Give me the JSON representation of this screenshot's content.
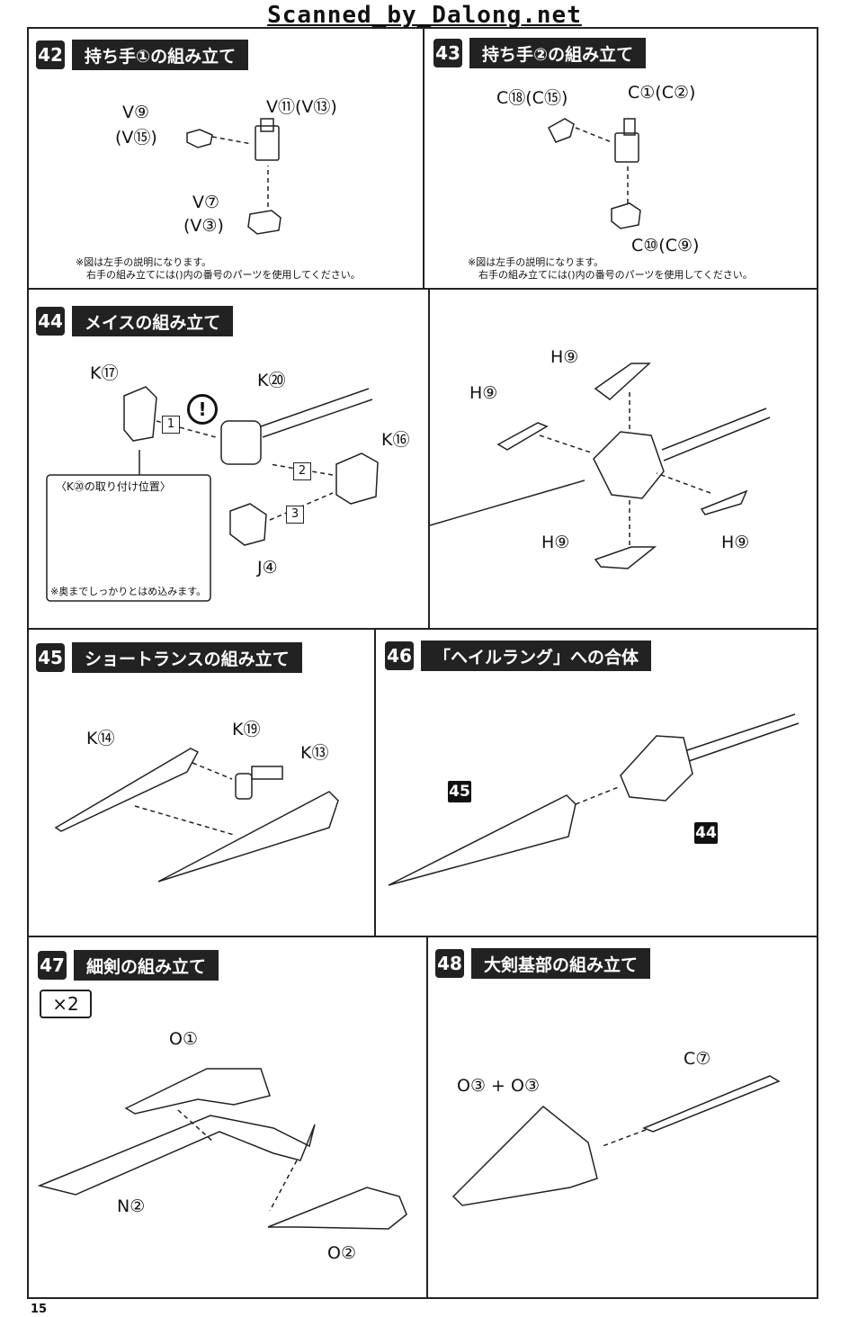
{
  "watermark": "Scanned_by_Dalong.net",
  "page_number": "15",
  "sections": {
    "s42": {
      "num": "42",
      "title": "持ち手①の組み立て",
      "labels": [
        "V⑨",
        "(V⑮)",
        "V⑪(V⑬)",
        "V⑦",
        "(V③)"
      ],
      "note1": "※図は左手の説明になります。",
      "note2": "右手の組み立てには()内の番号のパーツを使用してください。"
    },
    "s43": {
      "num": "43",
      "title": "持ち手②の組み立て",
      "labels": [
        "C⑱(C⑮)",
        "C①(C②)",
        "C⑩(C⑨)"
      ],
      "note1": "※図は左手の説明になります。",
      "note2": "右手の組み立てには()内の番号のパーツを使用してください。"
    },
    "s44": {
      "num": "44",
      "title": "メイスの組み立て",
      "labels": [
        "K⑰",
        "K⑳",
        "K⑯",
        "J④",
        "H⑨",
        "H⑨",
        "H⑨",
        "H⑨"
      ],
      "steps": [
        "1",
        "2",
        "3"
      ],
      "inset_title": "〈K⑳の取り付け位置〉",
      "inset_note": "※奥までしっかりとはめ込みます。",
      "warn": "!"
    },
    "s45": {
      "num": "45",
      "title": "ショートランスの組み立て",
      "labels": [
        "K⑭",
        "K⑲",
        "K⑬"
      ]
    },
    "s46": {
      "num": "46",
      "title": "「ヘイルラング」への合体",
      "tags": [
        "45",
        "44"
      ]
    },
    "s47": {
      "num": "47",
      "title": "細剣の組み立て",
      "mult": "×2",
      "labels": [
        "O①",
        "N②",
        "O②"
      ]
    },
    "s48": {
      "num": "48",
      "title": "大剣基部の組み立て",
      "labels": [
        "O③ + O③",
        "C⑦"
      ]
    }
  }
}
